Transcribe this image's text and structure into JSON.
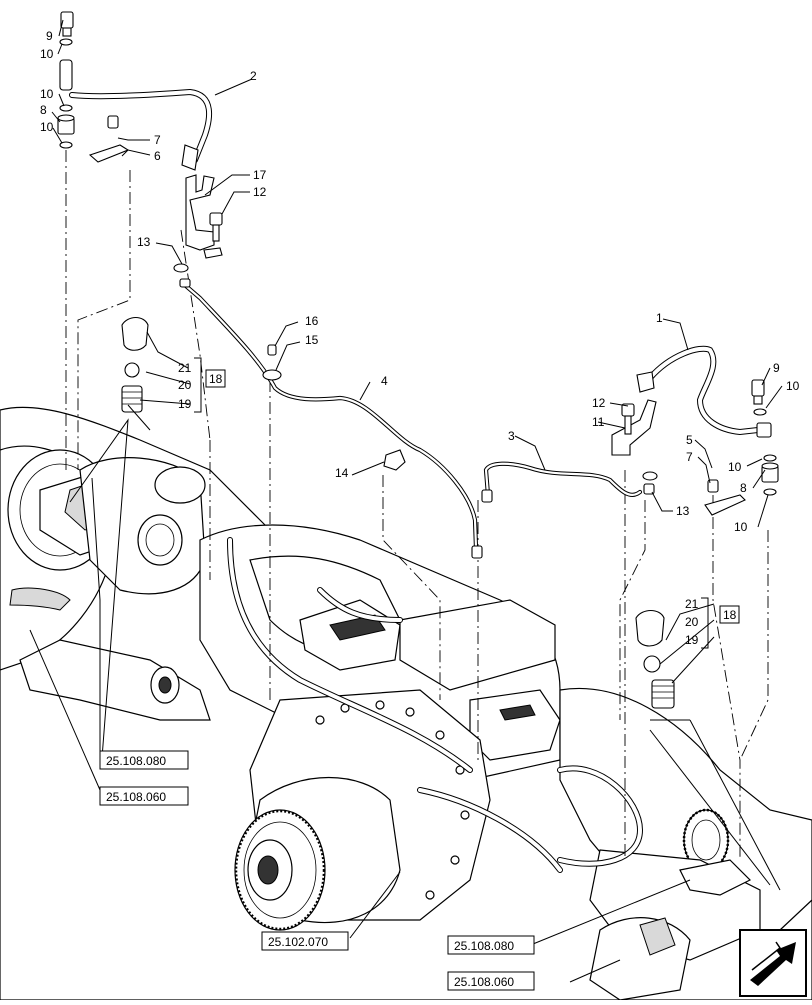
{
  "callouts": {
    "c1": "1",
    "c2": "2",
    "c3": "3",
    "c4": "4",
    "c5": "5",
    "c6": "6",
    "c7a": "7",
    "c7b": "7",
    "c8a": "8",
    "c8b": "8",
    "c9a": "9",
    "c9b": "9",
    "c10a": "10",
    "c10b": "10",
    "c10c": "10",
    "c10d": "10",
    "c10e": "10",
    "c10f": "10",
    "c11": "11",
    "c12a": "12",
    "c12b": "12",
    "c13a": "13",
    "c13b": "13",
    "c14": "14",
    "c15": "15",
    "c16": "16",
    "c17": "17",
    "c18a": "18",
    "c18b": "18",
    "c19a": "19",
    "c19b": "19",
    "c20a": "20",
    "c20b": "20",
    "c21a": "21",
    "c21b": "21"
  },
  "references": {
    "ref_left_top": "25.108.080",
    "ref_left_bottom": "25.108.060",
    "ref_center": "25.102.070",
    "ref_right_top": "25.108.080",
    "ref_right_bottom": "25.108.060"
  },
  "nav_icon": "next-page-arrow-icon"
}
